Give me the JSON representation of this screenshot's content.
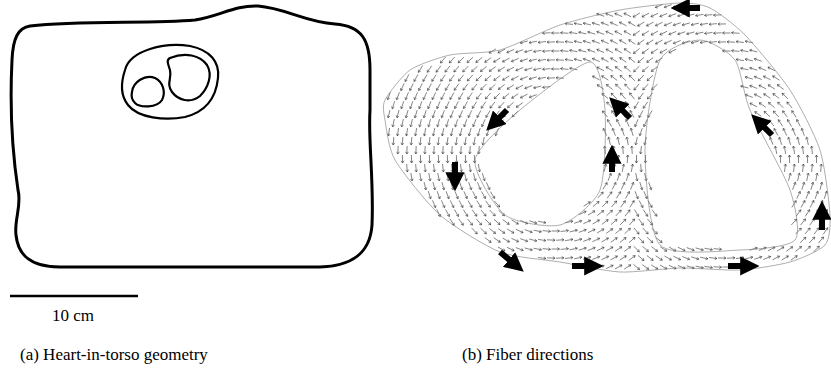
{
  "diagram": {
    "labels": [
      "10 cm",
      "(a) Heart-in-torso geometry",
      "(b) Fiber directions"
    ]
  }
}
